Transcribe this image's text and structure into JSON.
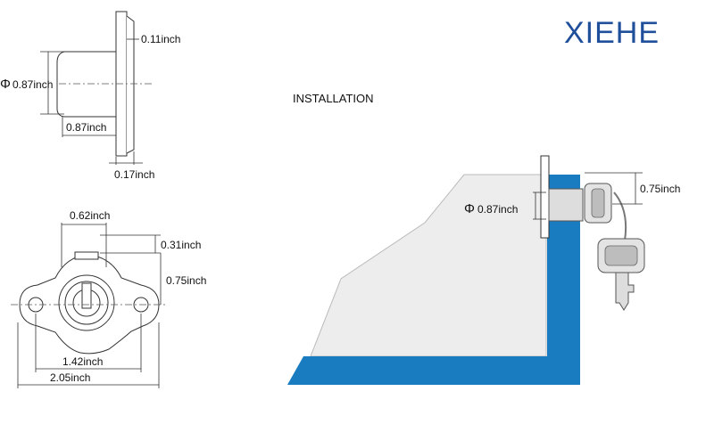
{
  "brand": {
    "name": "XIEHE",
    "color": "#1f4f9a"
  },
  "installation": {
    "title": "INSTALLATION",
    "diameter": "0.87inch",
    "height": "0.75inch"
  },
  "side_view": {
    "flange_thickness": "0.11inch",
    "diameter": "0.87inch",
    "body_length": "0.87inch",
    "flange_depth": "0.17inch"
  },
  "front_view": {
    "cylinder_width": "0.62inch",
    "top_offset": "0.31inch",
    "center_height": "0.75inch",
    "hole_spacing": "1.42inch",
    "overall_width": "2.05inch"
  },
  "colors": {
    "panel_blue": "#1a7cc0",
    "panel_gray": "#ededed"
  }
}
